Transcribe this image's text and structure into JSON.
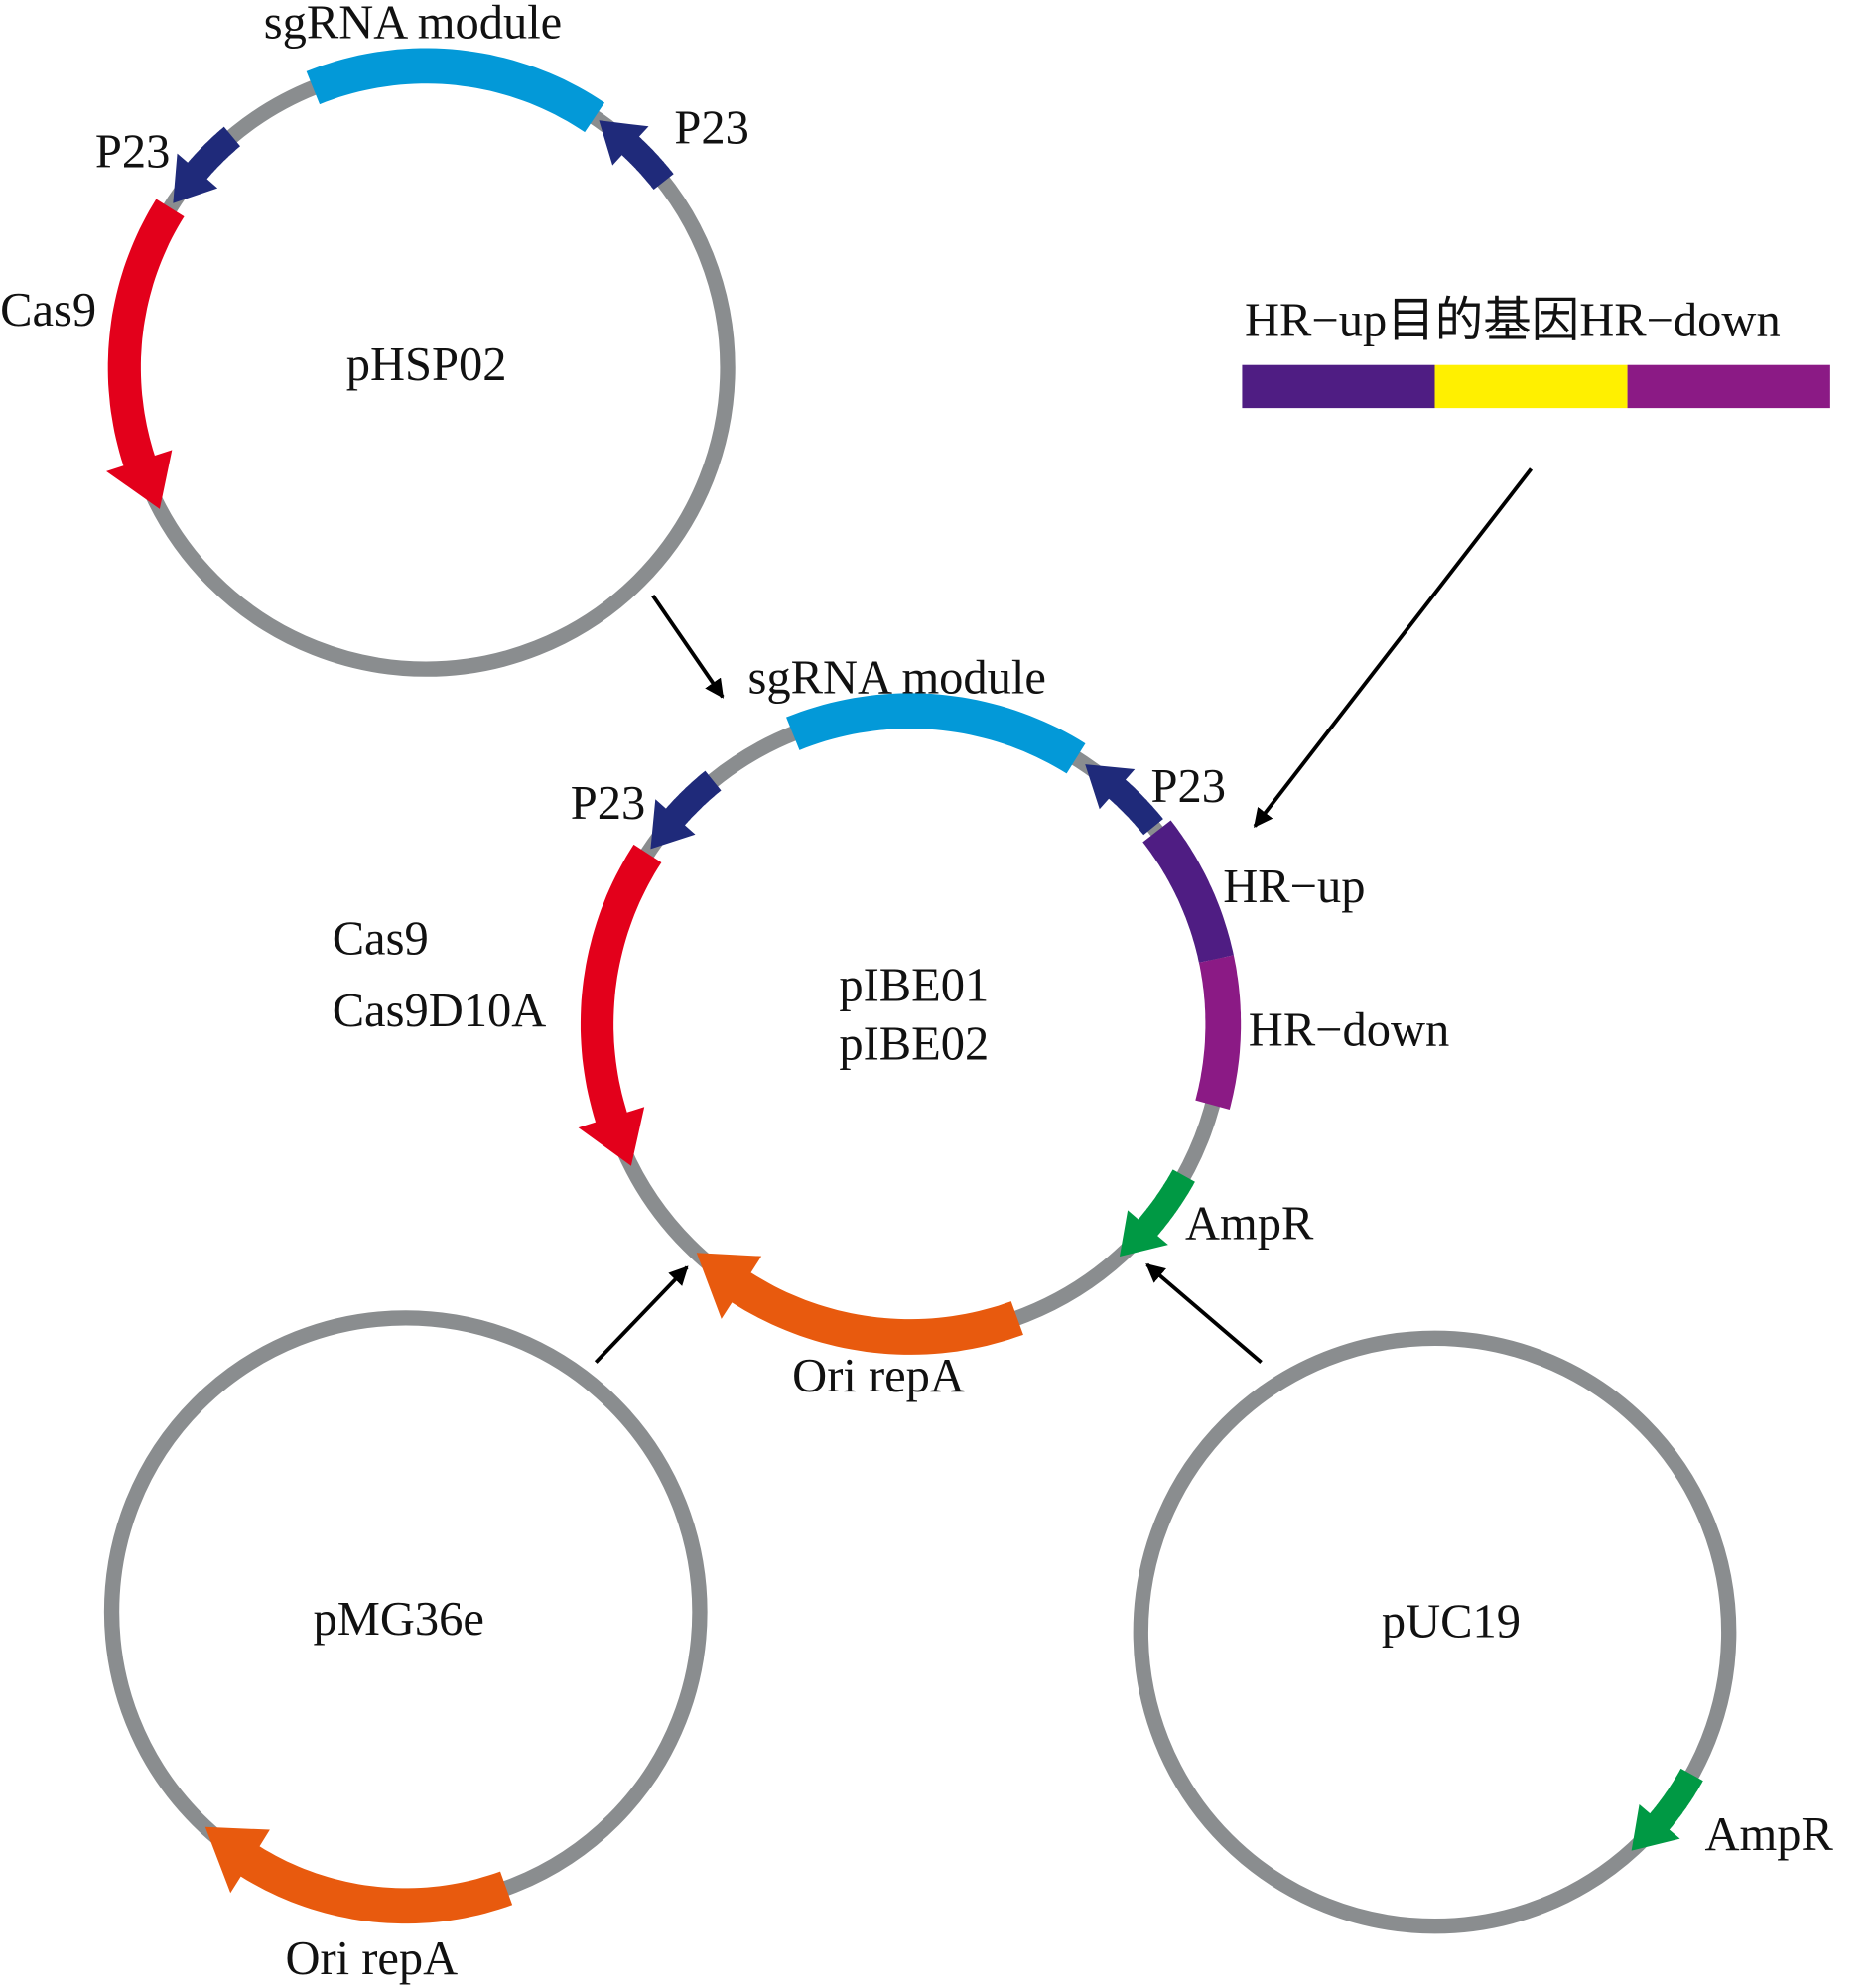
{
  "colors": {
    "backbone": "#8a8d8f",
    "sgrna": "#0399d8",
    "promoter": "#1f2a7a",
    "cas9": "#e3001b",
    "hr_up": "#4f1d83",
    "target_gene": "#fff000",
    "hr_down": "#8b1a85",
    "ampr": "#009944",
    "ori": "#e85a0e"
  },
  "plasmids": {
    "phsp02": {
      "name": "pHSP02",
      "sgrna": "sgRNA module",
      "p23_left": "P23",
      "p23_right": "P23",
      "cas9": "Cas9"
    },
    "pibe": {
      "name1": "pIBE01",
      "name2": "pIBE02",
      "sgrna": "sgRNA module",
      "p23_left": "P23",
      "p23_right": "P23",
      "cas9": "Cas9",
      "cas9d10a": "Cas9D10A",
      "hr_up": "HR−up",
      "hr_down": "HR−down",
      "ampr": "AmpR",
      "ori": "Ori repA"
    },
    "pmg36e": {
      "name": "pMG36e",
      "ori": "Ori repA"
    },
    "puc19": {
      "name": "pUC19",
      "ampr": "AmpR"
    }
  },
  "insert": {
    "label": "HR−up目的基因HR−down"
  }
}
